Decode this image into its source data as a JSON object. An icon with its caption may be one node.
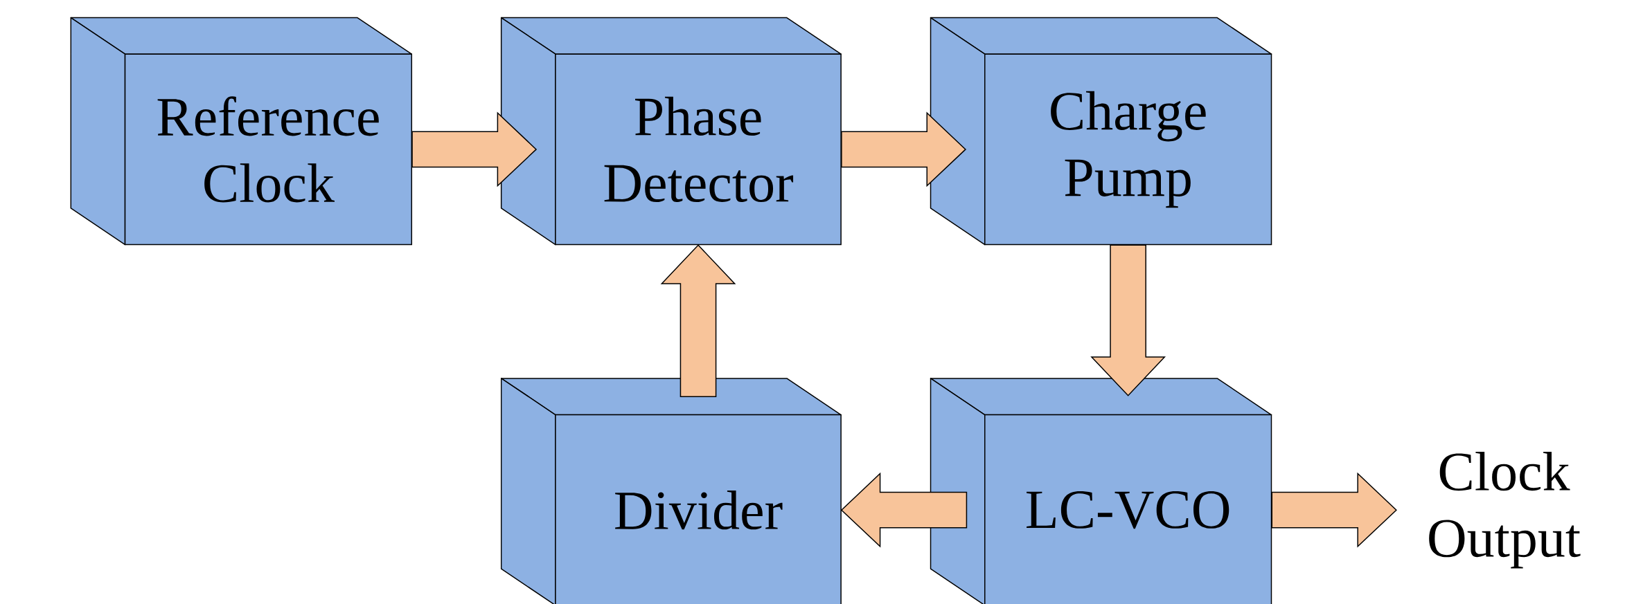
{
  "diagram": {
    "nodes": [
      {
        "text": [
          "Reference Clock"
        ]
      },
      {
        "text": [
          "Phase Detector"
        ]
      },
      {
        "text": [
          "Charge Pump"
        ]
      },
      {
        "text": [
          "Divider"
        ]
      },
      {
        "text": [
          "LC-VCO"
        ]
      },
      {
        "text": [
          "Clock Output"
        ]
      }
    ],
    "edges": [
      {
        "from": 0,
        "to": 1,
        "arrow": "to"
      },
      {
        "from": 1,
        "to": 2,
        "arrow": "to"
      },
      {
        "from": 2,
        "to": 4,
        "arrow": "to"
      },
      {
        "from": 4,
        "to": 3,
        "arrow": "to"
      },
      {
        "from": 3,
        "to": 1,
        "arrow": "to"
      },
      {
        "from": 4,
        "to": 5,
        "arrow": "to"
      }
    ]
  }
}
